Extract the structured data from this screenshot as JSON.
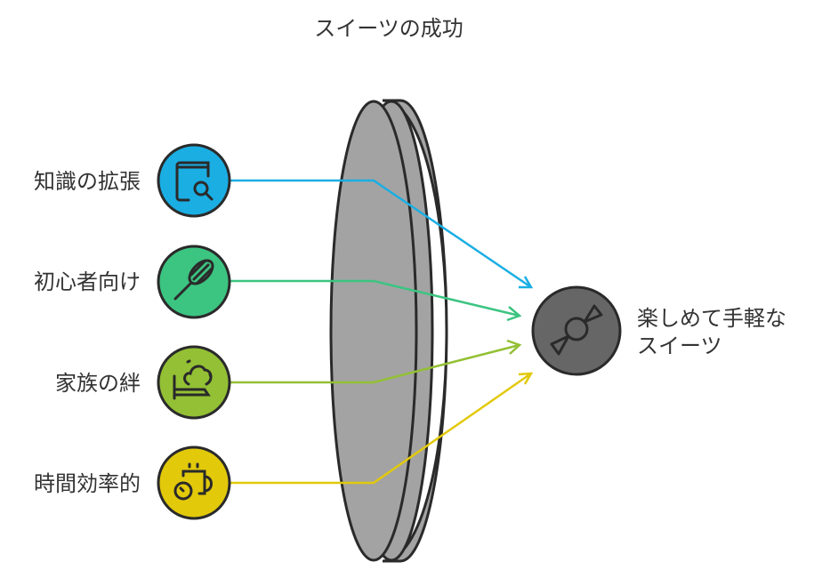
{
  "title": "スイーツの成功",
  "inputs": [
    {
      "label": "知識の拡張",
      "icon": "book-search-icon",
      "color": "#1aaee3"
    },
    {
      "label": "初心者向け",
      "icon": "whisk-icon",
      "color": "#3cc481"
    },
    {
      "label": "家族の絆",
      "icon": "steaming-dish-icon",
      "color": "#93c034"
    },
    {
      "label": "時間効率的",
      "icon": "coffee-timer-icon",
      "color": "#e2c90a"
    }
  ],
  "lens_color": "#a3a3a3",
  "output": {
    "lines": [
      "楽しめて手軽な",
      "スイーツ"
    ],
    "icon": "candy-icon",
    "color": "#666666"
  }
}
